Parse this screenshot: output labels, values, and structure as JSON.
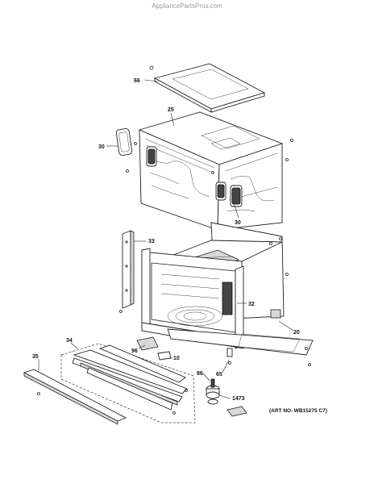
{
  "header": {
    "watermark": "AppliancePartsPros.com"
  },
  "footer": {
    "art_number": "(ART NO. WB15275 C7)"
  },
  "callouts": [
    {
      "id": "66",
      "label": "66"
    },
    {
      "id": "25",
      "label": "25"
    },
    {
      "id": "30a",
      "label": "30"
    },
    {
      "id": "30b",
      "label": "30"
    },
    {
      "id": "33",
      "label": "33"
    },
    {
      "id": "32",
      "label": "32"
    },
    {
      "id": "20",
      "label": "20"
    },
    {
      "id": "34",
      "label": "34"
    },
    {
      "id": "96",
      "label": "96"
    },
    {
      "id": "10",
      "label": "10"
    },
    {
      "id": "35",
      "label": "35"
    },
    {
      "id": "86",
      "label": "86"
    },
    {
      "id": "65",
      "label": "65"
    },
    {
      "id": "1473",
      "label": "1473"
    }
  ]
}
